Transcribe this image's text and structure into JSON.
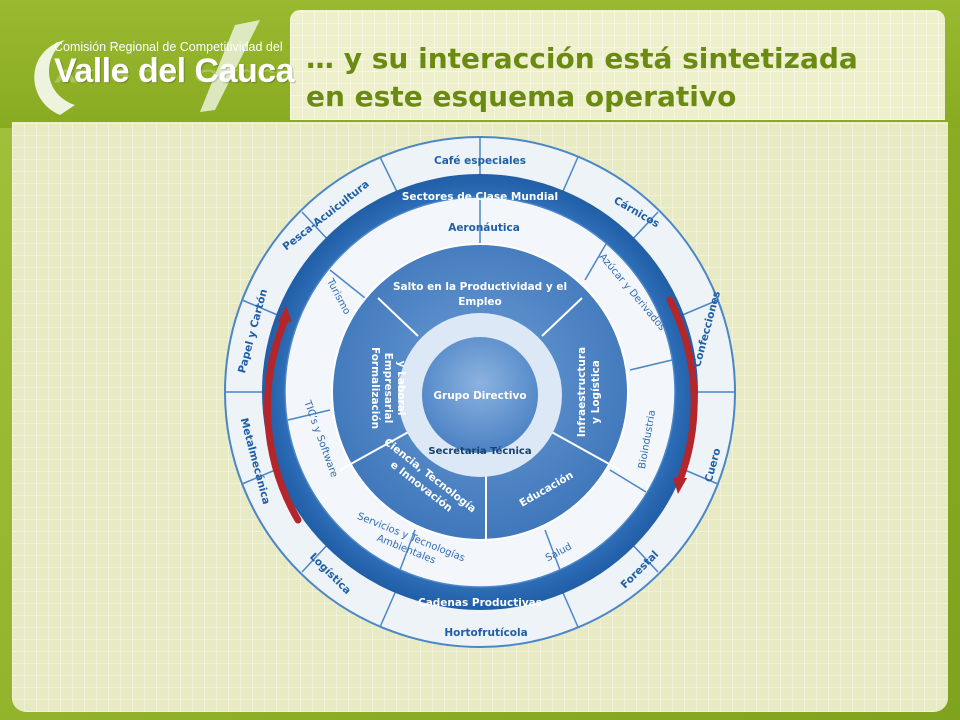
{
  "header": {
    "logo_org": "Comisión Regional de Competitividad del",
    "logo_name": "Valle del Cauca",
    "title_line1": "… y su interacción está sintetizada",
    "title_line2": "en este esquema operativo"
  },
  "diagram": {
    "center": "Grupo Directivo",
    "secretaria": "Secretaria Técnica",
    "inner_sectors": [
      "Salto en la Productividad y el",
      "Empleo",
      "Infraestructura",
      "y Logística",
      "Educación",
      "Ciencia, Tecnología",
      "e Innovación",
      "Formalización",
      "Empresarial",
      "y Laboral"
    ],
    "band_top": "Sectores de Clase Mundial",
    "band_bottom": "Cadenas Productivas",
    "middle_ring": [
      "Aeronáutica",
      "Azúcar y Derivados",
      "Bioindustria",
      "Salud",
      "Servicios y Tecnologías",
      "Ambientales",
      "TIC’s y Software",
      "Turismo"
    ],
    "outer_ring": [
      "Café especiales",
      "Cárnicos",
      "Confecciones",
      "Cuero",
      "Forestal",
      "Hortofrutícola",
      "Logística",
      "Metalmecánica",
      "Papel y Cartón",
      "Pesca-Acuicultura"
    ],
    "colors": {
      "outer_ring": "#ffffff",
      "band": "#2e6fbd",
      "inner": "#4a82c5",
      "center": "#6a9ad3"
    }
  }
}
